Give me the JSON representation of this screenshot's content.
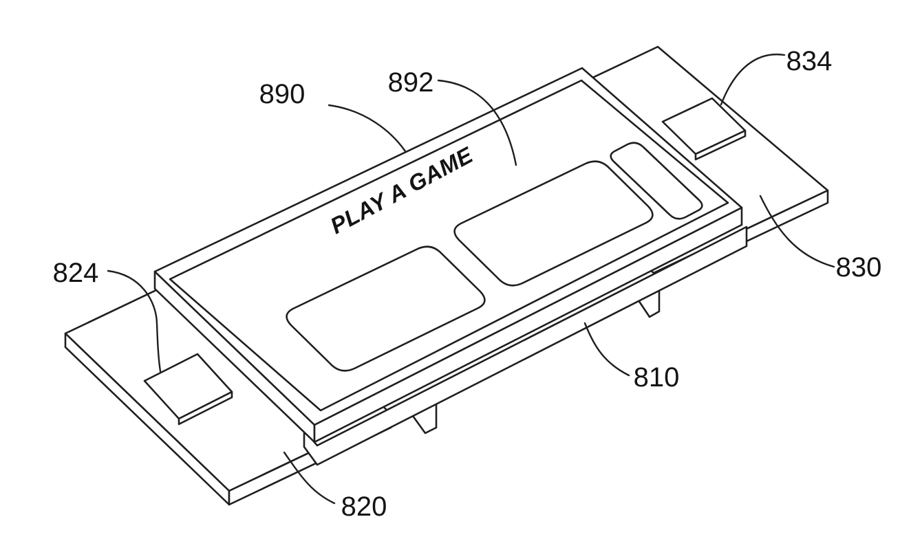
{
  "figure": {
    "type": "patent-line-drawing",
    "screen_text": "PLAY A GAME",
    "reference_labels": [
      {
        "id": "890",
        "target": "display-cover-bezel"
      },
      {
        "id": "892",
        "target": "display-screen-surface"
      },
      {
        "id": "834",
        "target": "right-board-chip"
      },
      {
        "id": "824",
        "target": "left-board-chip"
      },
      {
        "id": "830",
        "target": "right-board"
      },
      {
        "id": "810",
        "target": "device-housing"
      },
      {
        "id": "820",
        "target": "left-board"
      }
    ]
  },
  "colors": {
    "background": "#ffffff",
    "line": "#1f1f1f",
    "text": "#141414"
  }
}
